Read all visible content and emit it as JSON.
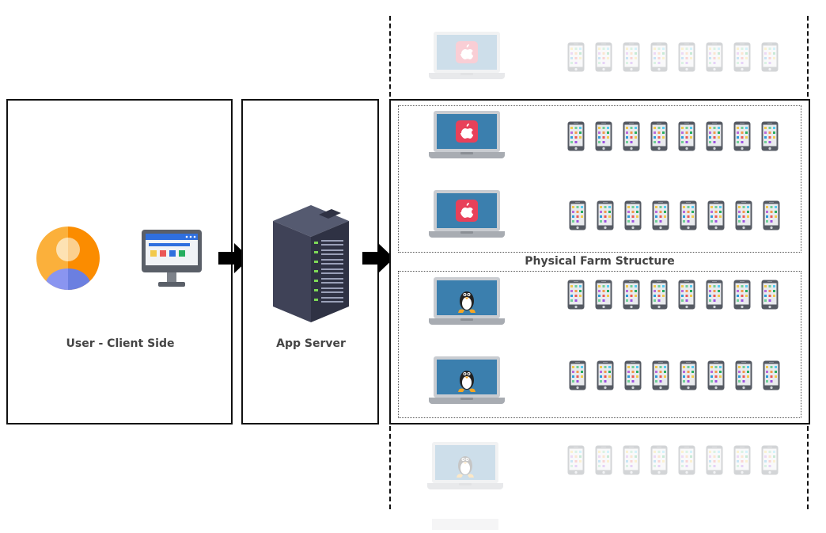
{
  "client": {
    "label": "User - Client Side"
  },
  "server": {
    "label": "App Server"
  },
  "farm": {
    "label": "Physical Farm Structure"
  },
  "icons": {
    "user": "user-avatar-icon",
    "monitor": "desktop-monitor-icon",
    "server": "server-rack-icon",
    "laptop_apple": "laptop-apple-icon",
    "laptop_linux": "laptop-linux-icon",
    "phone": "smartphone-icon",
    "arrow": "arrow-right-icon"
  },
  "colors": {
    "user_orange": "#fb8c00",
    "user_blue": "#6b7fe0",
    "apple_red": "#e8415a",
    "laptop_screen": "#3b7fae",
    "server_body": "#3f4257",
    "server_led": "#7ed957"
  }
}
